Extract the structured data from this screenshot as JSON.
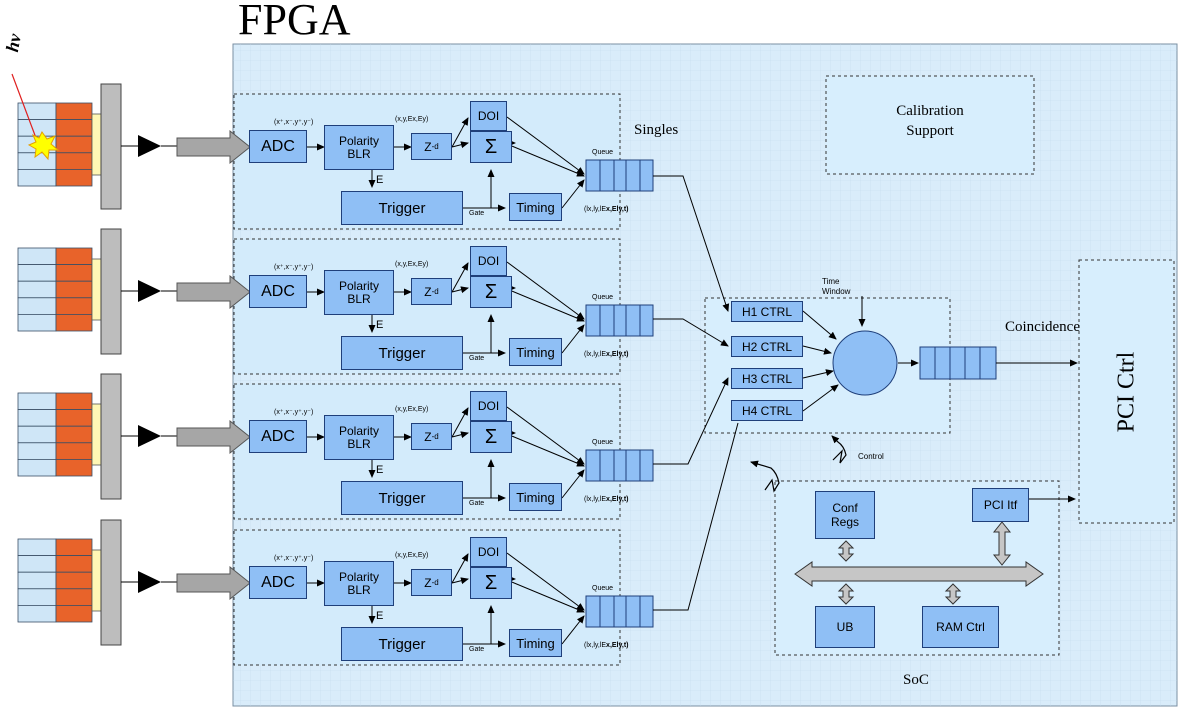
{
  "title": "FPGA",
  "photon_label": "hv",
  "singles_label": "Singles",
  "calibration_label": "Calibration\nSupport",
  "coincidence_label": "Coincidence",
  "pci_ctrl_label": "PCI Ctrl",
  "time_window_label": "Time\nWindow",
  "control_label": "Control",
  "soc_label": "SoC",
  "channel": {
    "adc": "ADC",
    "polarity": "Polarity\nBLR",
    "delay_base": "Z",
    "delay_exp": "-d",
    "doi": "DOI",
    "sum": "Σ",
    "trigger": "Trigger",
    "timing": "Timing",
    "energy": "E",
    "gate": "Gate",
    "queue": "Queue",
    "adc_out": "(x⁺,x⁻,y⁺,y⁻)",
    "pol_out": "(x,y,Ex,Ey)",
    "q_out_prefix": "(lx,ly,lE",
    "q_out_bold": "x,Ely,t)"
  },
  "hctrl": [
    "H1 CTRL",
    "H2 CTRL",
    "H3 CTRL",
    "H4 CTRL"
  ],
  "soc": {
    "conf_regs": "Conf\nRegs",
    "pci_itf": "PCI Itf",
    "ub": "UB",
    "ram_ctrl": "RAM Ctrl"
  },
  "colors": {
    "fpga_bg": "#d9ecfa",
    "block_fill": "#8fbff5",
    "crystal_orange": "#e8632a",
    "crystal_blue": "#cfe6f7",
    "arrow_gray": "#a6a6a6",
    "spark_yellow": "#ffff00"
  }
}
